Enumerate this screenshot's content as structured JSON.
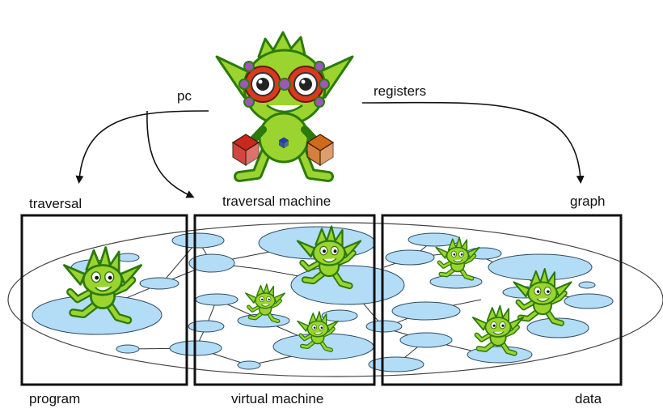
{
  "labels": {
    "pc": "pc",
    "registers": "registers",
    "traversal": "traversal",
    "traversal_machine": "traversal machine",
    "graph": "graph",
    "program": "program",
    "virtual_machine": "virtual machine",
    "data": "data"
  },
  "colors": {
    "node_fill": "#b3dcf7",
    "node_stroke": "#2d4b63",
    "gremlin_green": "#9bd42f",
    "gremlin_outline": "#2b7a0b",
    "goggle_red": "#d93a1f",
    "cube_red": "#c8281e",
    "cube_orange": "#cf6a1b",
    "cube_blue": "#1e3fc4"
  },
  "icons": [
    "gremlin-mascot-icon",
    "gremlin-icon",
    "cube-icon"
  ]
}
